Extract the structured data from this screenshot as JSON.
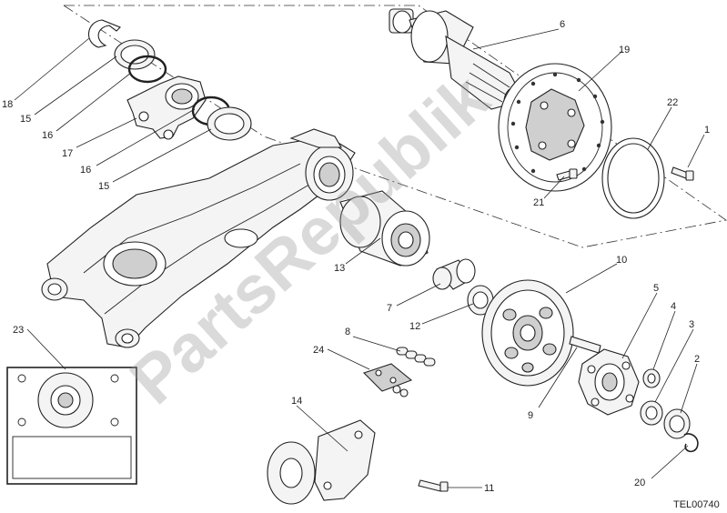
{
  "watermark": "PartsRepublik",
  "reference_code": "TEL00740",
  "callouts": [
    "1",
    "2",
    "3",
    "4",
    "5",
    "6",
    "7",
    "8",
    "9",
    "10",
    "11",
    "12",
    "13",
    "14",
    "15",
    "15",
    "16",
    "16",
    "17",
    "18",
    "19",
    "20",
    "21",
    "22",
    "23",
    "24"
  ]
}
